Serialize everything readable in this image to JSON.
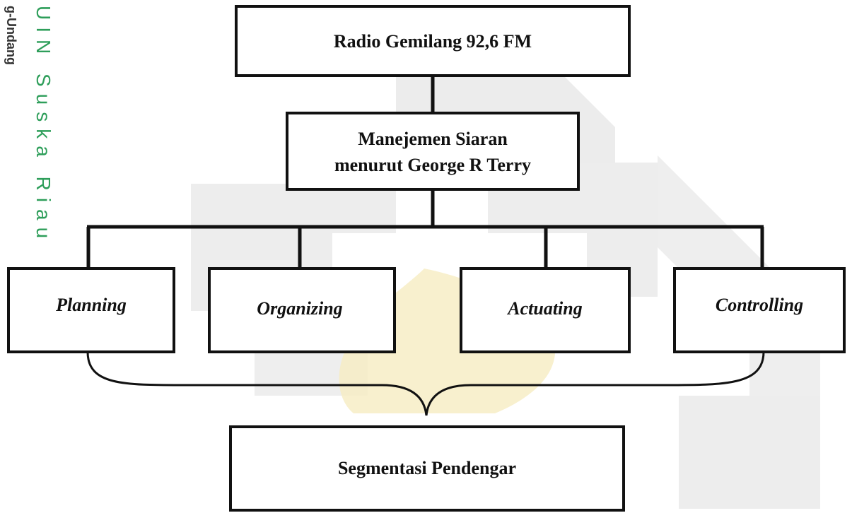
{
  "watermark": {
    "side_text_green": "UIN Suska Riau",
    "side_text_dark": "g-Undang",
    "color_green": "#2e9e5a",
    "color_light": "#e9e9e9",
    "color_gold": "#f3e2a0"
  },
  "diagram": {
    "top": {
      "label": "Radio Gemilang 92,6 FM"
    },
    "middle": {
      "line1": "Manejemen Siaran",
      "line2": "menurut George R Terry"
    },
    "functions": [
      {
        "label": "Planning"
      },
      {
        "label": "Organizing"
      },
      {
        "label": "Actuating"
      },
      {
        "label": "Controlling"
      }
    ],
    "bottom": {
      "label": "Segmentasi Pendengar"
    }
  }
}
